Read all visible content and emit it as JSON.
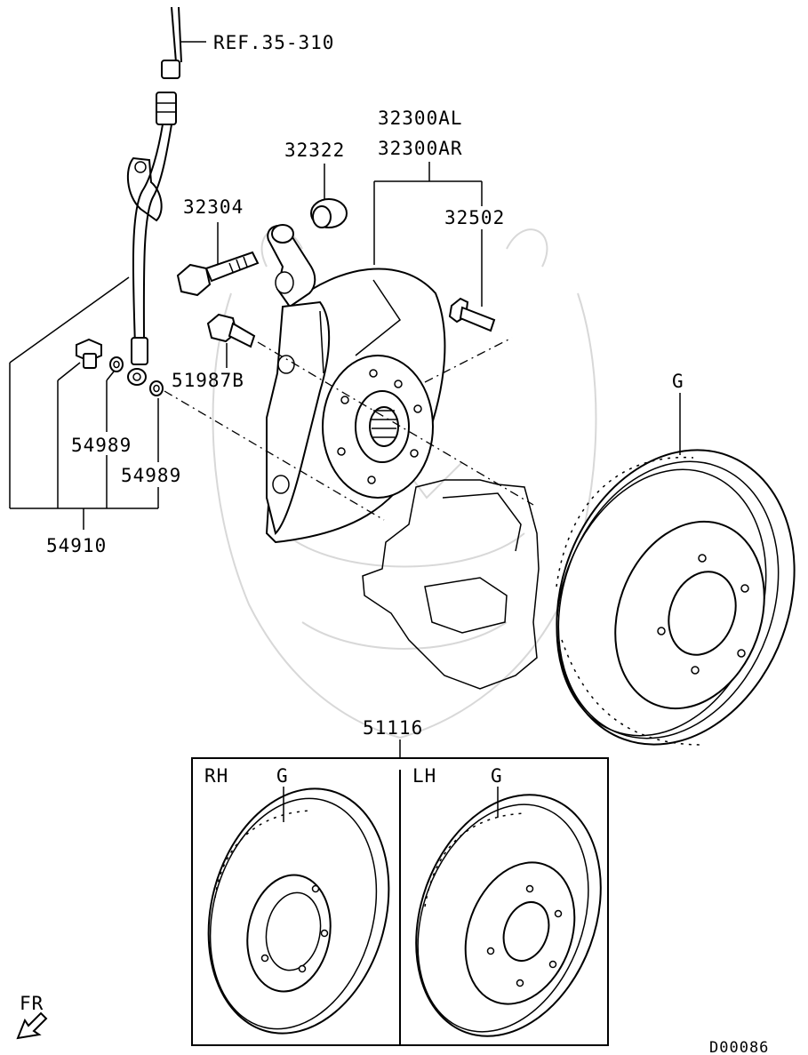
{
  "labels": {
    "ref": "REF.35-310",
    "p32300al": "32300AL",
    "p32300ar": "32300AR",
    "p32322": "32322",
    "p32304": "32304",
    "p32502": "32502",
    "p51987b": "51987B",
    "p54989a": "54989",
    "p54989b": "54989",
    "p54910": "54910",
    "g_main": "G",
    "p51116": "51116",
    "rh": "RH",
    "g_rh": "G",
    "lh": "LH",
    "g_lh": "G",
    "fr": "FR",
    "diagram_code": "D00086"
  }
}
